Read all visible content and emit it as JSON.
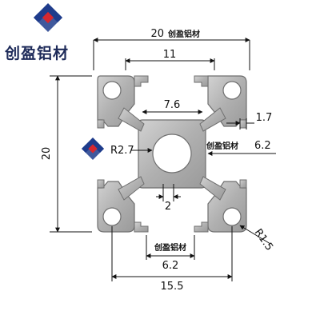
{
  "brand": {
    "name": "创盈铝材",
    "logo_colors": {
      "blue": "#1f3c8c",
      "red": "#d7282f"
    }
  },
  "dimensions": {
    "overall_width": "20",
    "overall_height": "20",
    "slot_spacing": "11",
    "center_width": "7.6",
    "wall": "1.7",
    "slot_opening": "6.2",
    "bottom_slot": "6.2",
    "center_radius": "R2.7",
    "corner_radius": "R1.5",
    "gap": "2",
    "hole_spacing": "15.5"
  },
  "watermarks": {
    "top": "创盈铝材",
    "right": "创盈铝材",
    "bottom": "创盈铝材"
  },
  "colors": {
    "profile_fill": "#b9b9b9",
    "profile_dark": "#6f6f6f",
    "line": "#111111"
  }
}
